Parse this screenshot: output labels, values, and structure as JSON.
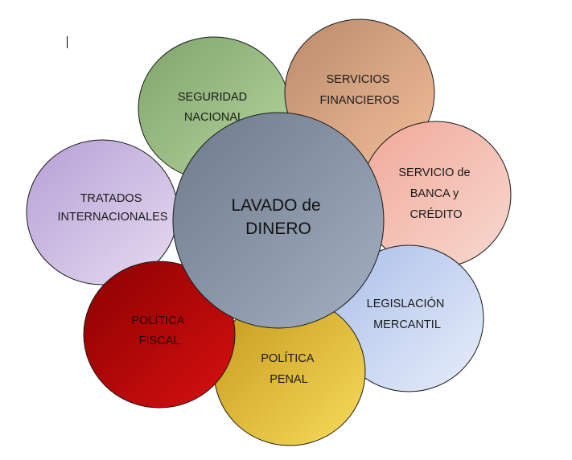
{
  "center": {
    "lines": [
      "LAVADO de",
      "DINERO"
    ]
  },
  "petals": [
    {
      "id": "seguridad-nacional",
      "lines": [
        "SEGURIDAD",
        "NACIONAL"
      ]
    },
    {
      "id": "servicios-financieros",
      "lines": [
        "SERVICIOS",
        "FINANCIEROS"
      ]
    },
    {
      "id": "servicio-banca-credito",
      "lines": [
        "SERVICIO de",
        "BANCA y",
        "CRÉDITO"
      ]
    },
    {
      "id": "tratados-internacionales",
      "lines": [
        "TRATADOS",
        "INTERNACIONALES"
      ]
    },
    {
      "id": "legislacion-mercantil",
      "lines": [
        "LEGISLACIÓN",
        "MERCANTIL"
      ]
    },
    {
      "id": "politica-fiscal",
      "lines": [
        "POLÍTICA",
        "FISCAL"
      ]
    },
    {
      "id": "politica-penal",
      "lines": [
        "POLÍTICA",
        "PENAL"
      ]
    }
  ],
  "colors": {
    "seguridad-nacional": [
      "#7fa46a",
      "#b6d6a0"
    ],
    "servicios-financieros": [
      "#b98a6c",
      "#f2be98"
    ],
    "servicio-banca-credito": [
      "#f0a898",
      "#f8d9d0"
    ],
    "tratados-internacionales": [
      "#b6a0d6",
      "#e6dbf0"
    ],
    "legislacion-mercantil": [
      "#aabfe8",
      "#e8eefb"
    ],
    "politica-fiscal": [
      "#8a0000",
      "#d81010"
    ],
    "politica-penal": [
      "#c4981c",
      "#f8dc5c"
    ],
    "center": [
      "#6e7a8a",
      "#a3b0c2"
    ]
  }
}
